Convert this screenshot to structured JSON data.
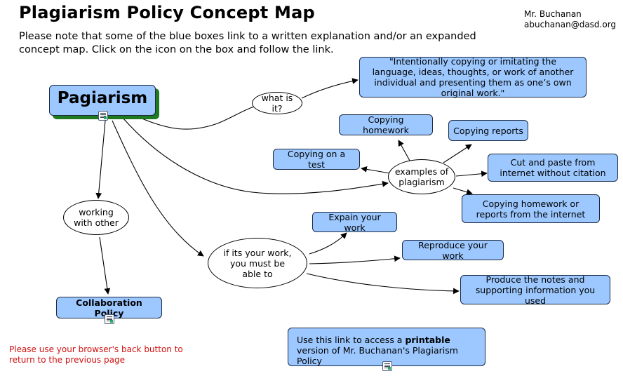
{
  "header": {
    "title": "Plagiarism Policy Concept Map",
    "author_name": "Mr. Buchanan",
    "author_email": "abuchanan@dasd.org",
    "note": "Please note that some of the blue boxes link to a written explanation and/or an expanded concept map. Click on the icon on the box and follow the link."
  },
  "map": {
    "main": "Pagiarism",
    "what_is_it": "what is it?",
    "definition": "\"Intentionally copying or imitating the language, ideas, thoughts, or work of another individual and presenting them as one’s own original work.\"",
    "examples": "examples of plagiarism",
    "copying_homework": "Copying homework",
    "copying_reports": "Copying reports",
    "copying_test": "Copying on a test",
    "cut_paste": "Cut and paste from internet without citation",
    "copying_internet": "Copying homework or reports from the internet",
    "working_with": "working with other",
    "collaboration": "Collaboration Policy",
    "if_your_work": "if its your work, you must be able to",
    "explain": "Expain your work",
    "reproduce": "Reproduce your work",
    "produce_notes": "Produce the notes and supporting information you used",
    "printable_pre": "Use this link to access a ",
    "printable_bold": "printable",
    "printable_post": " version of Mr. Buchanan's Plagiarism Policy"
  },
  "footer": {
    "back_note": "Please use your browser's back button to return to the previous page"
  },
  "icons": [
    "document-link-icon"
  ]
}
